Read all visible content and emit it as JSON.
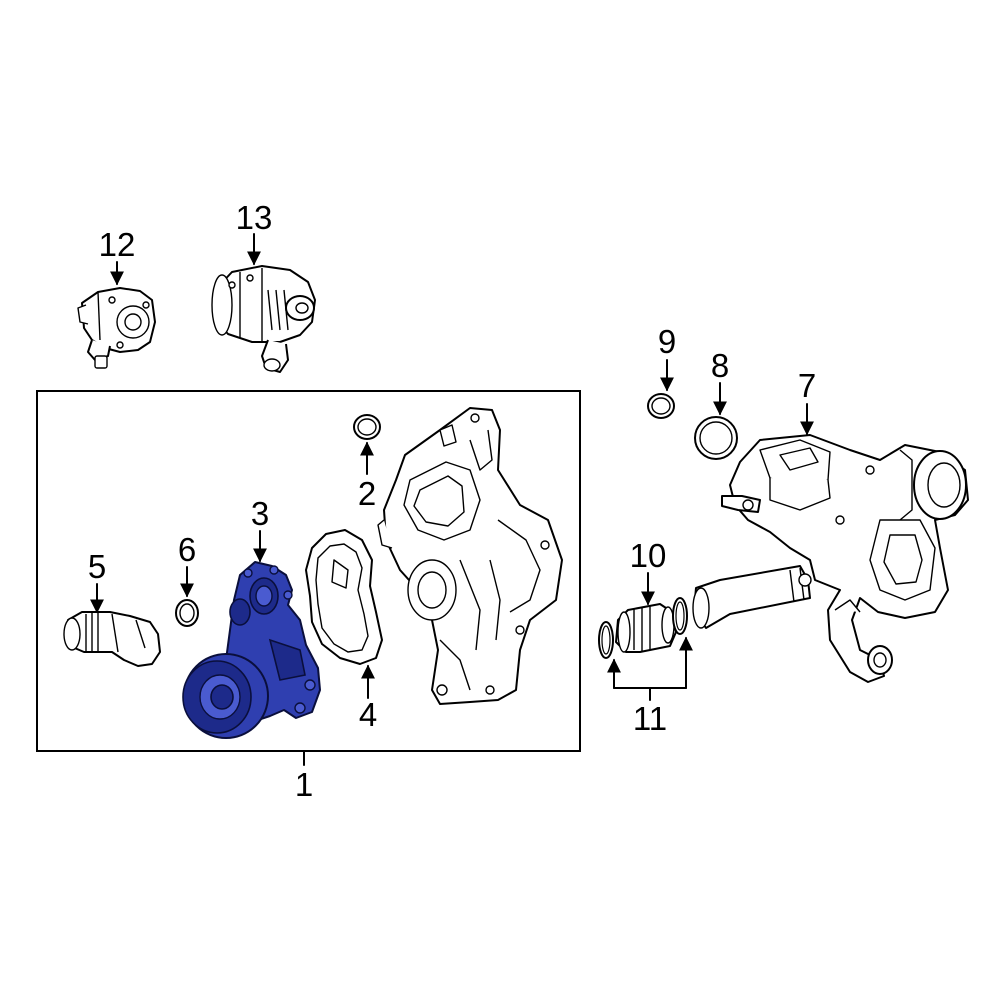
{
  "callouts": {
    "c1": "1",
    "c2": "2",
    "c3": "3",
    "c4": "4",
    "c5": "5",
    "c6": "6",
    "c7": "7",
    "c8": "8",
    "c9": "9",
    "c10": "10",
    "c11": "11",
    "c12": "12",
    "c13": "13"
  },
  "colors": {
    "highlight": "#2f3fb0",
    "line": "#000000",
    "background": "#ffffff"
  }
}
